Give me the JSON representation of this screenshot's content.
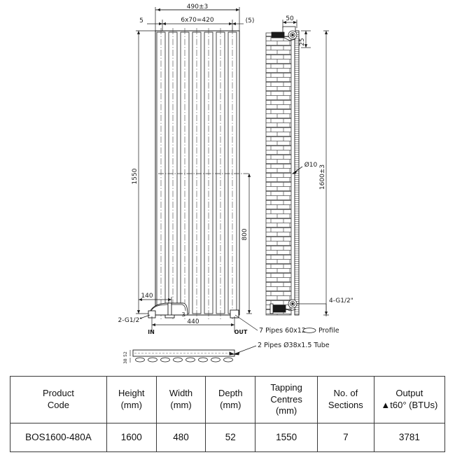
{
  "drawing": {
    "front_view": {
      "dim_overall_width": "490±3",
      "dim_pitch": "6x70=420",
      "dim_left_edge": "5",
      "dim_right_edge": "(5)",
      "dim_tapping_centres": "1550",
      "dim_lower_height": "800",
      "dim_bottom_offset": "140",
      "dim_bottom_span": "440",
      "dim_small_bracket": "3",
      "label_valve_left": "2-G1/2\"",
      "label_inlet": "IN",
      "label_outlet": "OUT"
    },
    "side_view": {
      "dim_depth_offset": "50",
      "dim_top_offset": "25",
      "dim_hole": "Ø10",
      "dim_overall_height": "1600±3",
      "label_valve_right": "4-G1/2\""
    },
    "notes": {
      "profile_note": "7 Pipes  60x12",
      "profile_note_tail": "Profile",
      "tube_note": "2 Pipes  Ø38x1.5  Tube"
    },
    "plan_view": {
      "dim_a": "52",
      "dim_b": "38"
    },
    "colors": {
      "line": "#1a1a1a",
      "fin_fill": "#ffffff",
      "hatch": "#555555",
      "table_border": "#3a3a3a"
    },
    "geometry": {
      "fin_count": 7,
      "brick_rows": 19
    }
  },
  "spec_table": {
    "headers": [
      {
        "line1": "Product",
        "line2": "Code",
        "line3": ""
      },
      {
        "line1": "Height",
        "line2": "(mm)",
        "line3": ""
      },
      {
        "line1": "Width",
        "line2": "(mm)",
        "line3": ""
      },
      {
        "line1": "Depth",
        "line2": "(mm)",
        "line3": ""
      },
      {
        "line1": "Tapping",
        "line2": "Centres",
        "line3": "(mm)"
      },
      {
        "line1": "No. of",
        "line2": "Sections",
        "line3": ""
      },
      {
        "line1": "Output",
        "line2": "▲t60° (BTUs)",
        "line3": ""
      }
    ],
    "rows": [
      {
        "product_code": "BOS1600-480A",
        "height": "1600",
        "width": "480",
        "depth": "52",
        "tapping_centres": "1550",
        "sections": "7",
        "output": "3781"
      }
    ]
  }
}
